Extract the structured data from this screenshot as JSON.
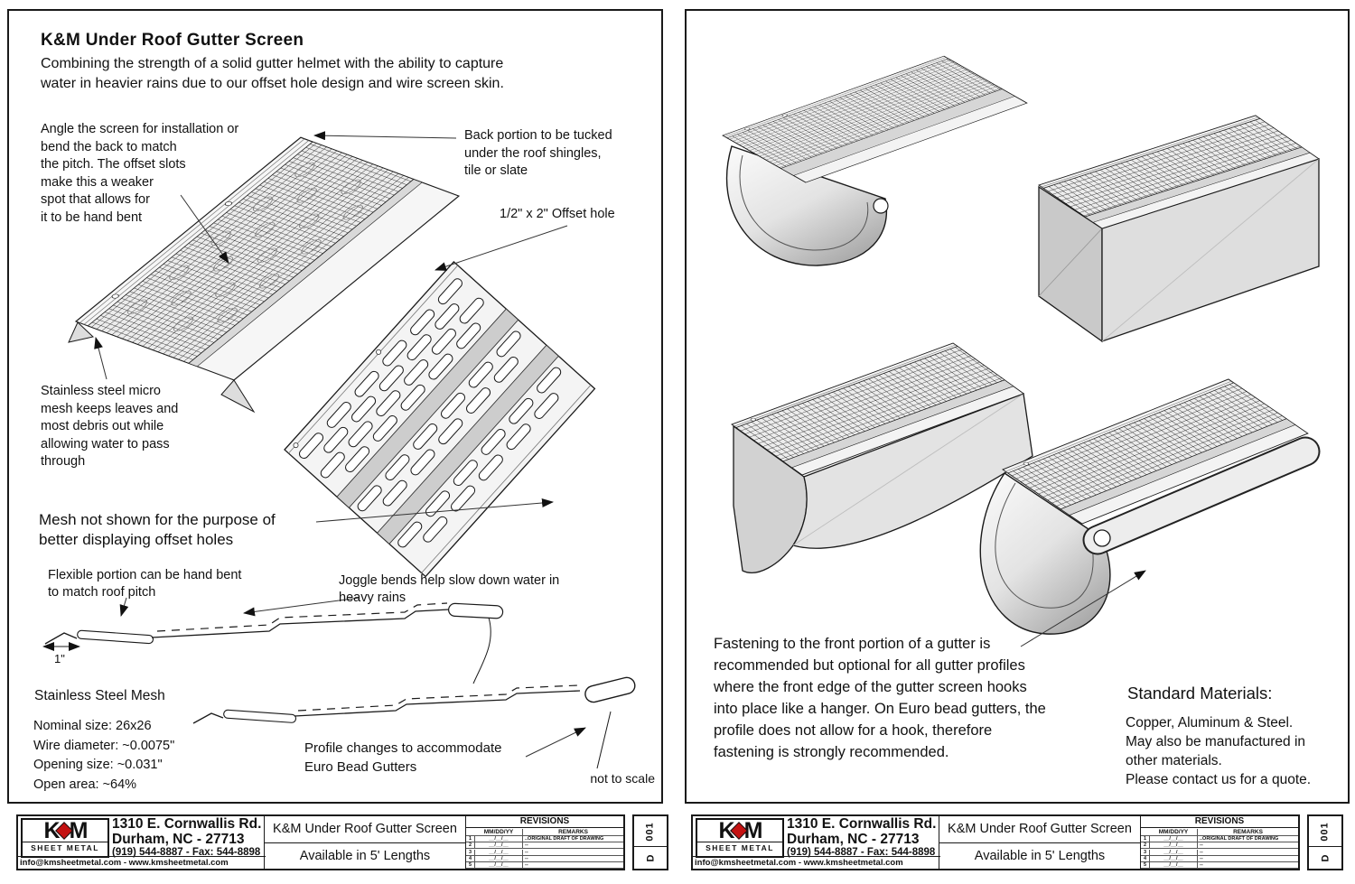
{
  "left_page": {
    "title": "K&M Under Roof Gutter Screen",
    "subtitle": "Combining the strength of a solid gutter helmet with the ability to capture\nwater in heavier rains due to our offset hole design and wire screen skin.",
    "ann_angle": "Angle the screen for installation or\nbend the back to match\nthe pitch. The offset slots\nmake this a weaker\nspot that allows for\nit to be hand bent",
    "ann_back_portion": "Back portion to be tucked\nunder the roof shingles,\ntile or slate",
    "ann_offset_hole": "1/2\" x 2\" Offset hole",
    "ann_micro_mesh": "Stainless steel micro\nmesh keeps leaves and\nmost debris out while\nallowing water to pass\nthrough",
    "ann_mesh_not_shown": "Mesh not shown for the purpose of\nbetter displaying offset holes",
    "ann_flexible": "Flexible portion can be hand bent\nto match roof pitch",
    "ann_joggle": "Joggle bends help slow down water in\nheavy rains",
    "dim_one_inch": "1\"",
    "mesh_spec_title": "Stainless Steel Mesh",
    "mesh_specs": "Nominal size: 26x26\nWire diameter: ~0.0075\"\nOpening size: ~0.031\"\nOpen area: ~64%",
    "ann_euro_profile": "Profile changes to accommodate\nEuro Bead Gutters",
    "not_to_scale": "not to scale"
  },
  "right_page": {
    "fastening_note": "Fastening to the front portion of a gutter is\nrecommended but optional for all gutter profiles\nwhere the front edge of the gutter screen hooks\ninto place like a hanger. On Euro bead gutters, the\nprofile does not allow for a hook, therefore\nfastening is strongly recommended.",
    "materials_title": "Standard Materials:",
    "materials_body": "Copper, Aluminum & Steel.\nMay also be manufactured in\nother materials.\nPlease contact us for a quote."
  },
  "titleblock": {
    "logo_k": "K",
    "logo_m": "M",
    "logo_sub": "SHEET METAL",
    "address1": "1310 E. Cornwallis Rd.",
    "address2": "Durham, NC - 27713",
    "phone": "(919) 544-8887 - Fax: 544-8898",
    "email_web": "info@kmsheetmetal.com - www.kmsheetmetal.com",
    "product": "K&M Under Roof Gutter Screen",
    "availability": "Available in 5' Lengths",
    "revisions": {
      "title": "REVISIONS",
      "col_date": "MM/DD/YY",
      "col_remarks": "REMARKS",
      "rows": [
        {
          "n": "1",
          "date": "__/__/__",
          "remark": "..ORIGINAL DRAFT OF DRAWING"
        },
        {
          "n": "2",
          "date": "__/__/__",
          "remark": "--"
        },
        {
          "n": "3",
          "date": "__/__/__",
          "remark": "--"
        },
        {
          "n": "4",
          "date": "__/__/__",
          "remark": "--"
        },
        {
          "n": "5",
          "date": "__/__/__",
          "remark": "--"
        }
      ]
    },
    "sheet_number": "001",
    "sheet_rev": "D"
  },
  "colors": {
    "accent_red": "#c41111",
    "line": "#1a1a1a",
    "mesh_fill": "#ececec"
  }
}
